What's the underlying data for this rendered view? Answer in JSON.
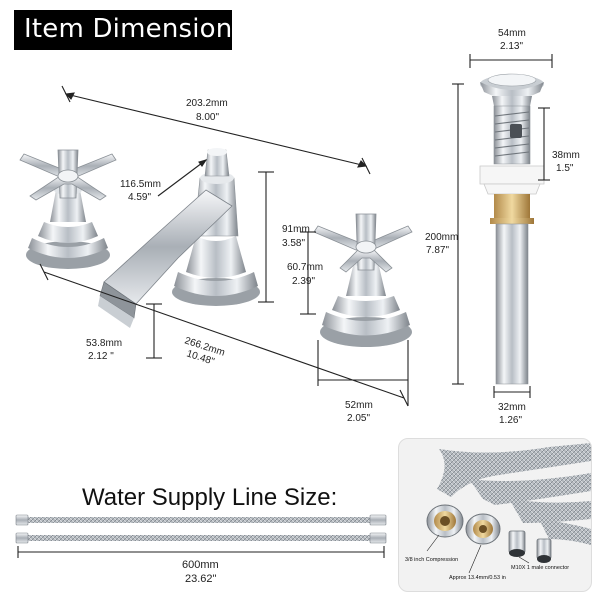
{
  "header": {
    "title": "Item Dimensions"
  },
  "faucet": {
    "width_mm": "203.2mm",
    "width_in": "8.00\"",
    "spout_reach_mm": "116.5mm",
    "spout_reach_in": "4.59\"",
    "spout_height_mm": "91mm",
    "spout_height_in": "3.58\"",
    "handle_height_mm": "60.7mm",
    "handle_height_in": "2.39\"",
    "base_depth_mm": "53.8mm",
    "base_depth_in": "2.12 \"",
    "overall_length_mm": "266.2mm",
    "overall_length_in": "10.48\"",
    "base_dia_mm": "52mm",
    "base_dia_in": "2.05\""
  },
  "drain": {
    "top_dia_mm": "54mm",
    "top_dia_in": "2.13\"",
    "body_dia_mm": "38mm",
    "body_dia_in": "1.5\"",
    "height_mm": "200mm",
    "height_in": "7.87\"",
    "tail_dia_mm": "32mm",
    "tail_dia_in": "1.26\""
  },
  "supply": {
    "title": "Water Supply Line Size:",
    "length_mm": "600mm",
    "length_in": "23.62\""
  },
  "inset": {
    "compression_label": "3/8 inch Compression",
    "approx_label": "Approx 13.4mm/0.53 in",
    "connector_label": "M10X 1 male connector"
  }
}
